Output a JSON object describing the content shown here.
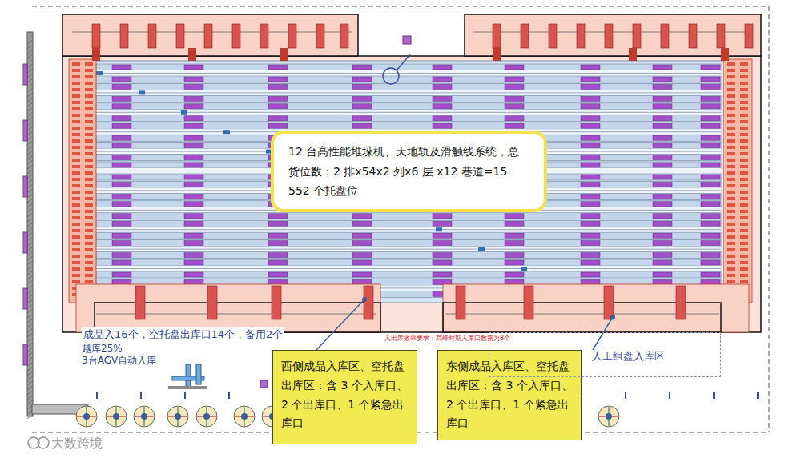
{
  "diagram": {
    "nodes": [
      {
        "text": [
          "12 台高性能堆垛机、天地轨及滑触线系统，总货位数：2 排x54x2 列x6 层 x12 巷道=15 552 个托盘位"
        ]
      },
      {
        "text": [
          "西侧成品入库区、空托盘出库区：含 3 个入库口、2 个出库口、1 个紧急出库口"
        ]
      },
      {
        "text": [
          "东侧成品入库区、空托盘出库区：含 3 个入库口、2 个出库口、1 个紧急出库口"
        ]
      },
      {
        "text": [
          "人工组盘入库区"
        ]
      }
    ],
    "labels": [
      "成品入16个，空托盘出库口14个，备用2个",
      "越库25%",
      "3台AGV自动入库",
      "入出库效率要求：高峰时期入库口数需为8个",
      "大数跨境"
    ]
  }
}
